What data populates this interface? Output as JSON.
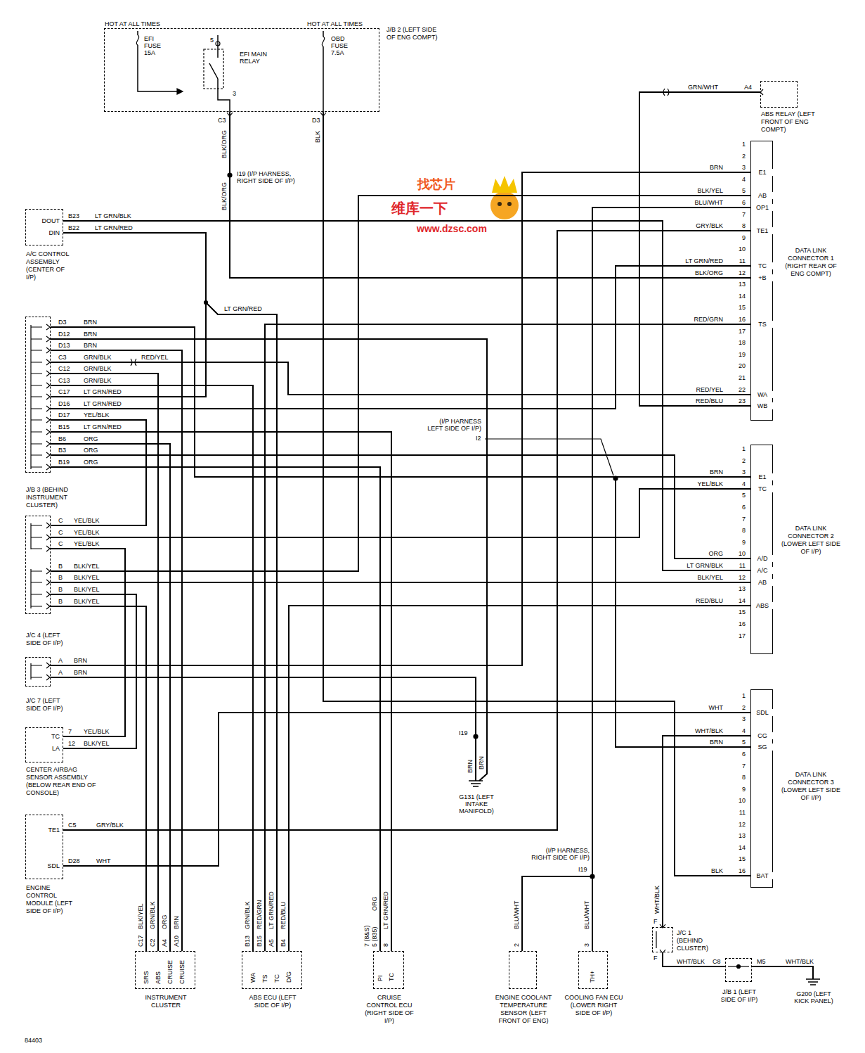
{
  "diagram": {
    "nodes": [
      {
        "text": [
          "J/B 2 (LEFT SIDE OF ENG COMPT)"
        ]
      },
      {
        "text": [
          "ABS RELAY (LEFT FRONT OF ENG COMPT)"
        ]
      },
      {
        "text": [
          "DATA LINK CONNECTOR 1 (RIGHT REAR OF ENG COMPT)"
        ]
      },
      {
        "text": [
          "A/C CONTROL ASSEMBLY (CENTER OF I/P)"
        ]
      },
      {
        "text": [
          "J/B 3 (BEHIND INSTRUMENT CLUSTER)"
        ]
      },
      {
        "text": [
          "J/C 4 (LEFT SIDE OF I/P)"
        ]
      },
      {
        "text": [
          "J/C 7 (LEFT SIDE OF I/P)"
        ]
      },
      {
        "text": [
          "CENTER AIRBAG SENSOR ASSEMBLY (BELOW REAR END OF CONSOLE)"
        ]
      },
      {
        "text": [
          "ENGINE CONTROL MODULE (LEFT SIDE OF I/P)"
        ]
      },
      {
        "text": [
          "DATA LINK CONNECTOR 2 (LOWER LEFT SIDE OF I/P)"
        ]
      },
      {
        "text": [
          "DATA LINK CONNECTOR 3 (LOWER LEFT SIDE OF I/P)"
        ]
      },
      {
        "text": [
          "INSTRUMENT CLUSTER"
        ]
      },
      {
        "text": [
          "ABS ECU (LEFT SIDE OF I/P)"
        ]
      },
      {
        "text": [
          "CRUISE CONTROL ECU (RIGHT SIDE OF I/P)"
        ]
      },
      {
        "text": [
          "ENGINE COOLANT TEMPERATURE SENSOR (LEFT FRONT OF ENG)"
        ]
      },
      {
        "text": [
          "COOLING FAN ECU (LOWER RIGHT SIDE OF I/P)"
        ]
      },
      {
        "text": [
          "J/C 1 (BEHIND CLUSTER)"
        ]
      },
      {
        "text": [
          "J/B 1 (LEFT SIDE OF I/P)"
        ]
      }
    ],
    "edges": [
      {
        "from": 0,
        "to": 2,
        "arrow": "none"
      },
      {
        "from": 0,
        "to": 10,
        "arrow": "none"
      },
      {
        "from": 1,
        "to": 2,
        "arrow": "none"
      },
      {
        "from": 3,
        "to": 9,
        "arrow": "none"
      },
      {
        "from": 3,
        "to": 4,
        "arrow": "none"
      },
      {
        "from": 3,
        "to": 12,
        "arrow": "none"
      },
      {
        "from": 4,
        "to": 9,
        "arrow": "none"
      },
      {
        "from": 4,
        "to": 11,
        "arrow": "none"
      },
      {
        "from": 4,
        "to": 2,
        "arrow": "none"
      },
      {
        "from": 4,
        "to": 11,
        "arrow": "none"
      },
      {
        "from": 4,
        "to": 12,
        "arrow": "none"
      },
      {
        "from": 4,
        "to": 2,
        "arrow": "none"
      },
      {
        "from": 4,
        "to": 5,
        "arrow": "none"
      },
      {
        "from": 4,
        "to": 13,
        "arrow": "none"
      },
      {
        "from": 4,
        "to": 9,
        "arrow": "none"
      },
      {
        "from": 4,
        "to": 11,
        "arrow": "none"
      },
      {
        "from": 4,
        "to": 13,
        "arrow": "none"
      },
      {
        "from": 5,
        "to": 9,
        "arrow": "none"
      },
      {
        "from": 5,
        "to": 7,
        "arrow": "none"
      },
      {
        "from": 5,
        "to": 2,
        "arrow": "none"
      },
      {
        "from": 5,
        "to": 9,
        "arrow": "none"
      },
      {
        "from": 5,
        "to": 7,
        "arrow": "none"
      },
      {
        "from": 5,
        "to": 11,
        "arrow": "none"
      },
      {
        "from": 6,
        "to": 2,
        "arrow": "none"
      },
      {
        "from": 8,
        "to": 2,
        "arrow": "none"
      },
      {
        "from": 8,
        "to": 10,
        "arrow": "none"
      },
      {
        "from": 12,
        "to": 2,
        "arrow": "none"
      },
      {
        "from": 12,
        "to": 9,
        "arrow": "none"
      },
      {
        "from": 14,
        "to": 2,
        "arrow": "none"
      },
      {
        "from": 15,
        "to": 2,
        "arrow": "none"
      },
      {
        "from": 9,
        "to": 10,
        "arrow": "none"
      },
      {
        "from": 10,
        "to": 16,
        "arrow": "none"
      },
      {
        "from": 16,
        "to": 17,
        "arrow": "none"
      }
    ],
    "labels": [
      "HOT AT ALL TIMES",
      "HOT AT ALL TIMES",
      "EFI FUSE 15A",
      "5",
      "EFI MAIN RELAY",
      "3",
      "OBD FUSE 7.5A",
      "C3",
      "D3",
      "BLK/ORG",
      "BLK",
      "I19 (I/P HARNESS, RIGHT SIDE OF I/P)",
      "BLK/ORG",
      "GRN/WHT",
      "A4",
      "1",
      "2",
      "3",
      "4",
      "5",
      "6",
      "7",
      "8",
      "9",
      "10",
      "11",
      "12",
      "13",
      "14",
      "15",
      "16",
      "17",
      "18",
      "19",
      "20",
      "21",
      "22",
      "23",
      "E1",
      "AB",
      "OP1",
      "TE1",
      "TC",
      "+B",
      "TS",
      "WA",
      "WB",
      "BRN",
      "BLK/YEL",
      "BLU/WHT",
      "GRY/BLK",
      "LT GRN/RED",
      "BLK/ORG",
      "RED/GRN",
      "RED/YEL",
      "RED/BLU",
      "DOUT",
      "DIN",
      "B23",
      "LT GRN/BLK",
      "B22",
      "LT GRN/RED",
      "LT GRN/RED",
      "D3",
      "BRN",
      "D12",
      "BRN",
      "D13",
      "BRN",
      "C3",
      "GRN/BLK",
      "C12",
      "GRN/BLK",
      "C13",
      "GRN/BLK",
      "C17",
      "LT GRN/RED",
      "D16",
      "LT GRN/RED",
      "D17",
      "YEL/BLK",
      "B15",
      "LT GRN/RED",
      "B6",
      "ORG",
      "B3",
      "ORG",
      "B19",
      "ORG",
      "RED/YEL",
      "C",
      "YEL/BLK",
      "C",
      "YEL/BLK",
      "C",
      "YEL/BLK",
      "B",
      "BLK/YEL",
      "B",
      "BLK/YEL",
      "B",
      "BLK/YEL",
      "B",
      "BLK/YEL",
      "A",
      "BRN",
      "A",
      "BRN",
      "TC",
      "7",
      "YEL/BLK",
      "LA",
      "12",
      "BLK/YEL",
      "TE1",
      "C5",
      "GRY/BLK",
      "SDL",
      "D28",
      "WHT",
      "I19",
      "BRN",
      "BRN",
      "G131 (LEFT INTAKE MANIFOLD)",
      "(I/P HARNESS LEFT SIDE OF I/P)",
      "I2",
      "1",
      "2",
      "3",
      "4",
      "5",
      "6",
      "7",
      "8",
      "9",
      "10",
      "11",
      "12",
      "13",
      "14",
      "15",
      "16",
      "17",
      "E1",
      "TC",
      "A/D",
      "A/C",
      "AB",
      "ABS",
      "BRN",
      "YEL/BLK",
      "ORG",
      "LT GRN/BLK",
      "BLK/YEL",
      "RED/BLU",
      "1",
      "2",
      "3",
      "4",
      "5",
      "6",
      "7",
      "8",
      "9",
      "10",
      "11",
      "12",
      "13",
      "14",
      "15",
      "16",
      "SDL",
      "CG",
      "SG",
      "BAT",
      "WHT",
      "WHT/BLK",
      "BRN",
      "BLK",
      "BLK/YEL",
      "GRN/BLK",
      "ORG",
      "BRN",
      "C17",
      "C2",
      "A4",
      "A10",
      "SRS",
      "ABS",
      "CRUISE",
      "CRUISE",
      "GRN/BLK",
      "RED/GRN",
      "LT GRN/RED",
      "RED/BLU",
      "B13",
      "B15",
      "A5",
      "B4",
      "WA",
      "TS",
      "TC",
      "D/G",
      "ORG",
      "7 (8&S)",
      "5 (835)",
      "LT GRN/RED",
      "8",
      "PI",
      "TC",
      "(I/P HARNESS, RIGHT SIDE OF I/P)",
      "I19",
      "BLU/WHT",
      "2",
      "BLU/WHT",
      "3",
      "TH+",
      "WHT/BLK",
      "F",
      "F",
      "WHT/BLK",
      "C8",
      "M5",
      "WHT/BLK",
      "G200 (LEFT KICK PANEL)",
      "84403",
      "找芯片",
      "维库一下",
      "www.dzsc.com"
    ]
  }
}
